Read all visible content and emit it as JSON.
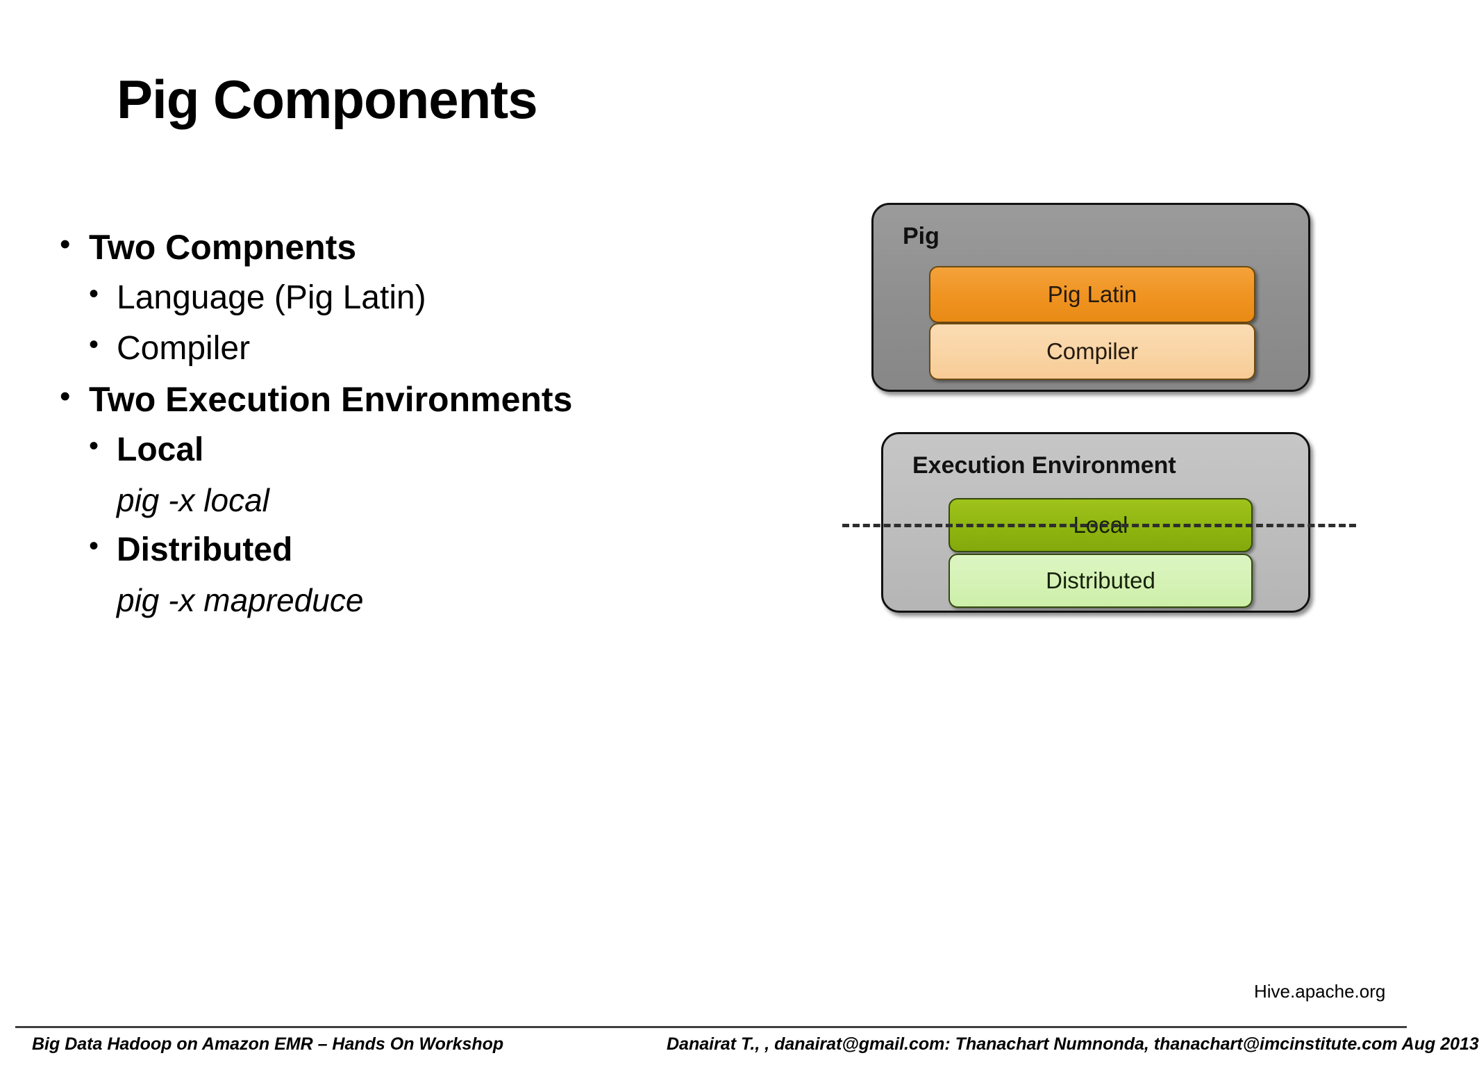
{
  "slide": {
    "title": "Pig Components",
    "bullets": [
      {
        "level": 1,
        "marker": "•",
        "text": "Two Compnents",
        "bold": true
      },
      {
        "level": 2,
        "marker": "•",
        "text": "Language (Pig Latin)",
        "bold": false
      },
      {
        "level": 2,
        "marker": "•",
        "text": "Compiler",
        "bold": false
      },
      {
        "level": 1,
        "marker": "•",
        "text": "Two Execution Environments",
        "bold": true
      },
      {
        "level": 2,
        "marker": "•",
        "text": "Local",
        "bold": true
      },
      {
        "level": 3,
        "marker": "",
        "text": "pig -x local",
        "bold": false
      },
      {
        "level": 2,
        "marker": "•",
        "text": "Distributed",
        "bold": true
      },
      {
        "level": 3,
        "marker": "",
        "text": "pig -x mapreduce",
        "bold": false
      }
    ],
    "diagram": {
      "pig_box": {
        "caption": "Pig",
        "bars": [
          {
            "label": "Pig Latin",
            "color": "#ef9321"
          },
          {
            "label": "Compiler",
            "color": "#f9d3a3"
          }
        ],
        "fill": "#8e8e8e"
      },
      "exec_box": {
        "caption": "Execution Environment",
        "bars": [
          {
            "label": "Local",
            "color": "#8fb511"
          },
          {
            "label": "Distributed",
            "color": "#d4f2b4"
          }
        ],
        "fill": "#bdbdbd"
      },
      "divider": "dashed-horizontal-line"
    },
    "source_credit": "Hive.apache.org",
    "footer": {
      "left": "Big Data Hadoop on Amazon EMR – Hands On Workshop",
      "right": "Danairat T., , danairat@gmail.com:  Thanachart Numnonda,  thanachart@imcinstitute.com   Aug 2013"
    }
  }
}
